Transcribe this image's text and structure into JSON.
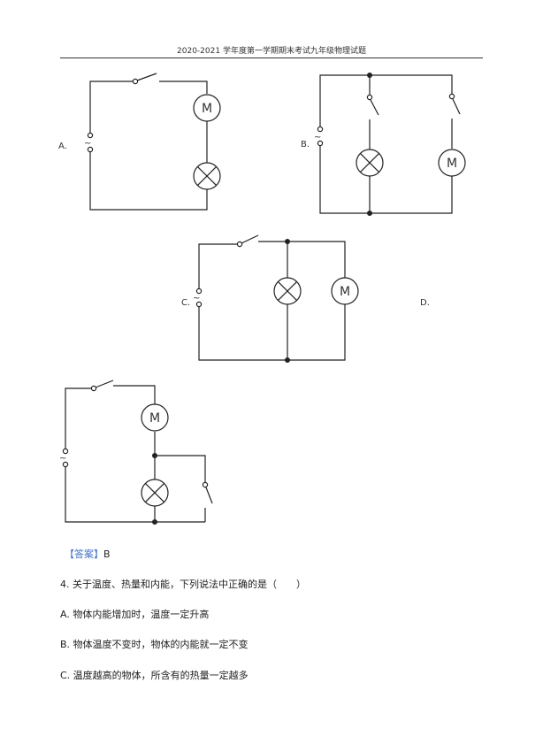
{
  "header": {
    "title": "2020-2021 学年度第一学期期末考试九年级物理试题"
  },
  "circuits": {
    "a_label": "A.",
    "b_label": "B.",
    "c_label": "C.",
    "d_label": "D.",
    "motor_letter": "M",
    "ac_symbol": "~"
  },
  "answer": {
    "tag": "【答案】",
    "value": "B"
  },
  "question": {
    "text": "4. 关于温度、热量和内能，下列说法中正确的是（　　）",
    "options": [
      "A. 物体内能增加时，温度一定升高",
      "B. 物体温度不变时，物体的内能就一定不变",
      "C. 温度越高的物体，所含有的热量一定越多"
    ]
  }
}
